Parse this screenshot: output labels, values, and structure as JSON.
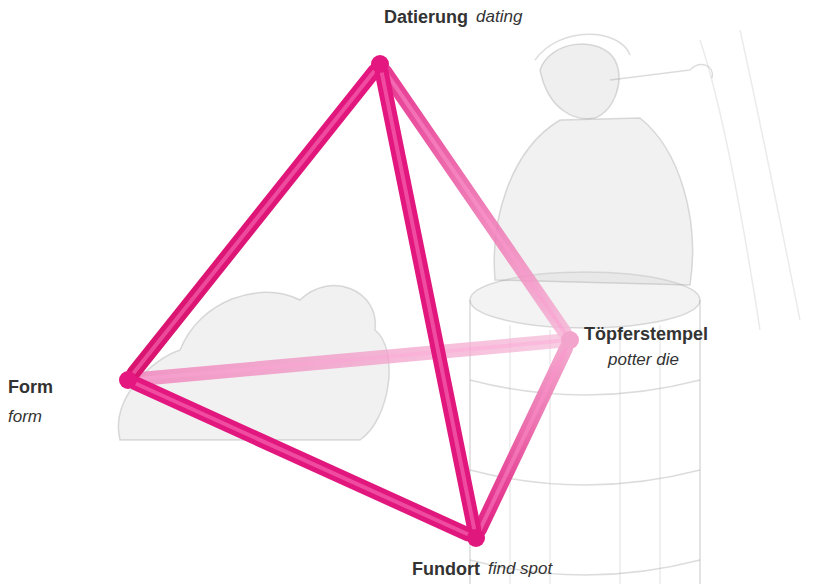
{
  "diagram": {
    "nodes": [
      {
        "text": [
          "Datierung",
          "dating"
        ]
      },
      {
        "text": [
          "Töpferstempel",
          "potter die"
        ]
      },
      {
        "text": [
          "Form",
          "form"
        ]
      },
      {
        "text": [
          "Fundort",
          "find spot"
        ]
      }
    ],
    "edges": [
      {
        "from": 0,
        "to": 1,
        "arrow": "none"
      },
      {
        "from": 2,
        "to": 1,
        "arrow": "none"
      },
      {
        "from": 3,
        "to": 1,
        "arrow": "none"
      },
      {
        "from": 0,
        "to": 2,
        "arrow": "none"
      },
      {
        "from": 0,
        "to": 3,
        "arrow": "none"
      },
      {
        "from": 2,
        "to": 3,
        "arrow": "none"
      }
    ]
  }
}
